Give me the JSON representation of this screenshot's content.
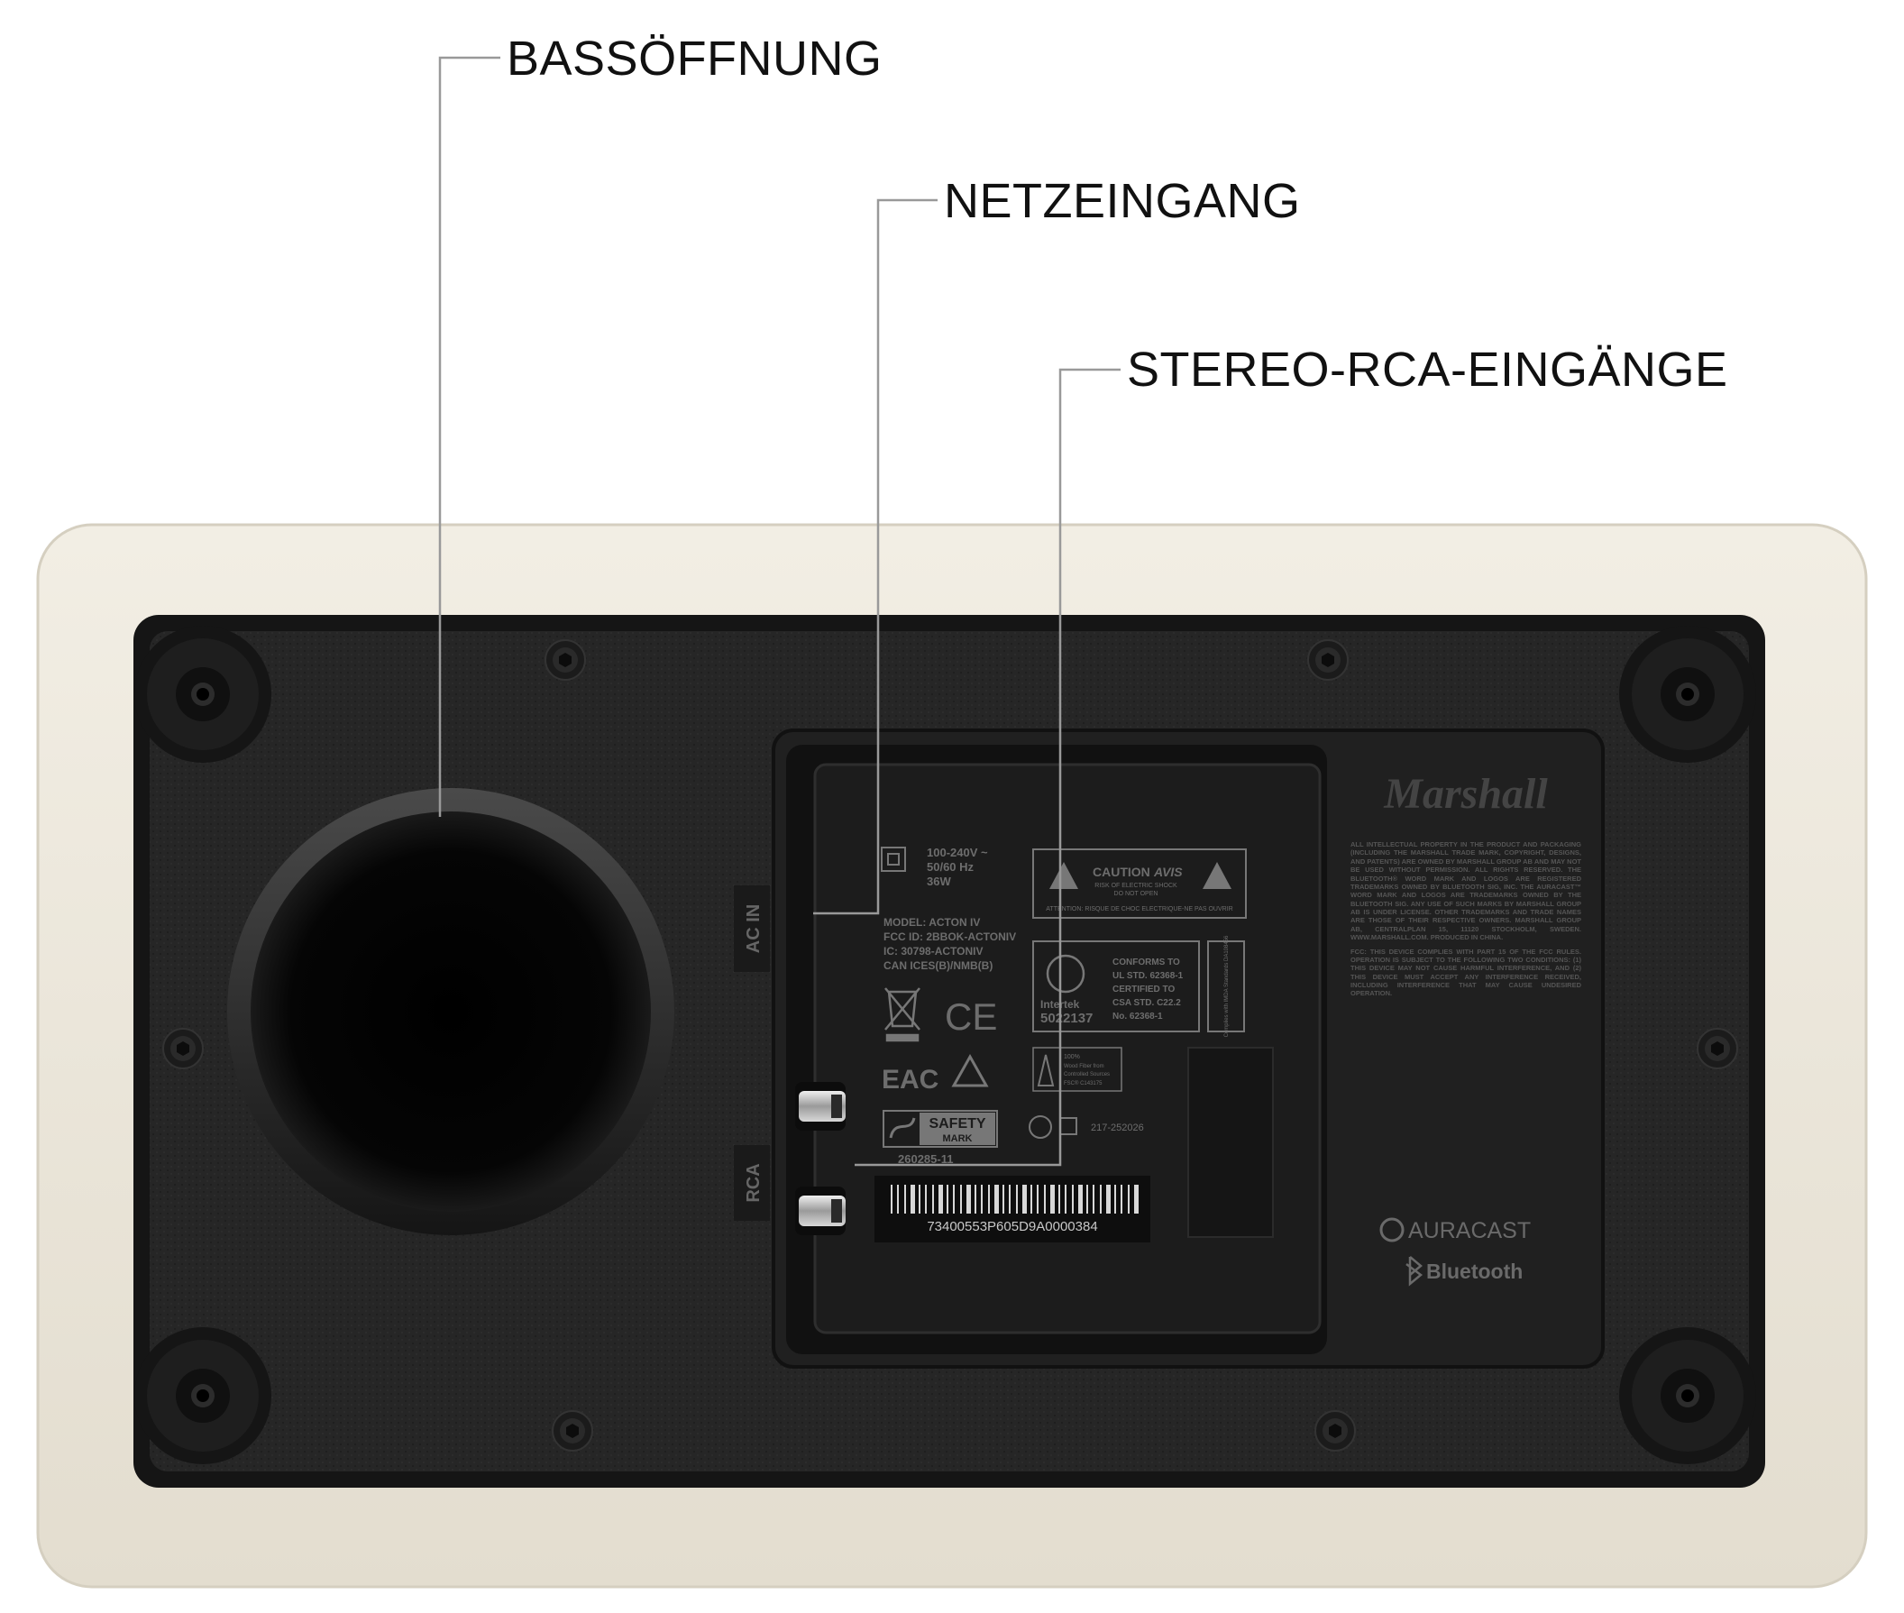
{
  "callouts": {
    "bass_port": "BASSÖFFNUNG",
    "ac_input": "NETZEINGANG",
    "rca_inputs": "STEREO-RCA-EINGÄNGE"
  },
  "device": {
    "brand": "Marshall",
    "port_labels": {
      "ac": "AC IN",
      "rca": "RCA"
    },
    "power_rating": [
      "100-240V ~",
      "50/60 Hz",
      "36W"
    ],
    "model_info": [
      "MODEL: ACTON IV",
      "FCC ID: 2BBOK-ACTONIV",
      "IC: 30798-ACTONIV",
      "CAN ICES(B)/NMB(B)"
    ],
    "caution": {
      "title": "CAUTION",
      "avis": "AVIS",
      "line1": "RISK OF ELECTRIC SHOCK",
      "line2": "DO NOT OPEN",
      "attention": "ATTENTION: RISQUE DE CHOC ELECTRIQUE-NE PAS OUVRIR"
    },
    "cert_text": [
      "CONFORMS TO",
      "UL STD. 62368-1",
      "CERTIFIED TO",
      "CSA STD. C22.2",
      "No. 62368-1"
    ],
    "intertek": {
      "name": "Intertek",
      "number": "5022137"
    },
    "complies_with": "Complies with IMDA Standards DA108456",
    "ce_mark": "CE",
    "eac_mark": "EAC",
    "safety_mark": {
      "top": "SAFETY",
      "bottom": "MARK"
    },
    "safety_number": "260285-11",
    "fsc_text": [
      "100%",
      "Wood Fiber from",
      "Controlled Sources",
      "FSC® C143175"
    ],
    "r_code": "217-252026",
    "serial_number": "73400553P605D9A0000384",
    "legal_text": "ALL INTELLECTUAL PROPERTY IN THE PRODUCT AND PACKAGING (INCLUDING THE MARSHALL TRADE MARK, COPYRIGHT, DESIGNS, AND PATENTS) ARE OWNED BY MARSHALL GROUP AB AND MAY NOT BE USED WITHOUT PERMISSION. ALL RIGHTS RESERVED. THE BLUETOOTH® WORD MARK AND LOGOS ARE REGISTERED TRADEMARKS OWNED BY BLUETOOTH SIG, INC. THE AURACAST™ WORD MARK AND LOGOS ARE TRADEMARKS OWNED BY THE BLUETOOTH SIG. ANY USE OF SUCH MARKS BY MARSHALL GROUP AB IS UNDER LICENSE. OTHER TRADEMARKS AND TRADE NAMES ARE THOSE OF THEIR RESPECTIVE OWNERS. MARSHALL GROUP AB, CENTRALPLAN 15, 11120 STOCKHOLM, SWEDEN. WWW.MARSHALL.COM. PRODUCED IN CHINA.",
    "fcc_text": "FCC: THIS DEVICE COMPLIES WITH PART 15 OF THE FCC RULES. OPERATION IS SUBJECT TO THE FOLLOWING TWO CONDITIONS: (1) THIS DEVICE MAY NOT CAUSE HARMFUL INTERFERENCE, AND (2) THIS DEVICE MUST ACCEPT ANY INTERFERENCE RECEIVED, INCLUDING INTERFERENCE THAT MAY CAUSE UNDESIRED OPERATION.",
    "auracast": "AURACAST",
    "bluetooth": "Bluetooth"
  },
  "colors": {
    "cabinet": "#ebe6da",
    "panel": "#232323",
    "label_text": "#111111"
  }
}
